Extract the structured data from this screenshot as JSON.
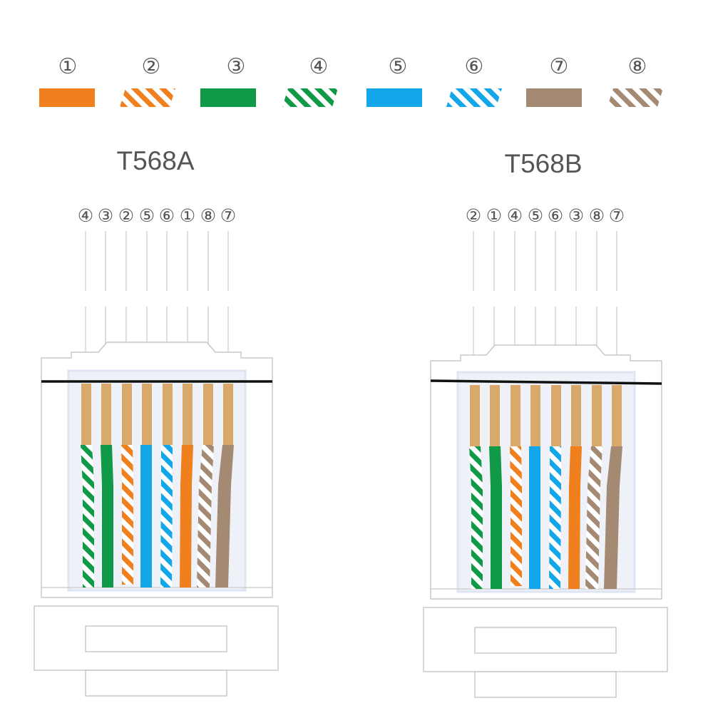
{
  "colors": {
    "orange": "#f07f1e",
    "green": "#109a48",
    "blue": "#13a6e8",
    "brown": "#a48a73",
    "gold": "#d9a96b",
    "outline": "#c8c8c8",
    "frame": "#dde6f2",
    "text": "#555555"
  },
  "legend": [
    {
      "number": "①",
      "color": "orange",
      "striped": false
    },
    {
      "number": "②",
      "color": "orange",
      "striped": true
    },
    {
      "number": "③",
      "color": "green",
      "striped": false
    },
    {
      "number": "④",
      "color": "green",
      "striped": true
    },
    {
      "number": "⑤",
      "color": "blue",
      "striped": false
    },
    {
      "number": "⑥",
      "color": "blue",
      "striped": true
    },
    {
      "number": "⑦",
      "color": "brown",
      "striped": false
    },
    {
      "number": "⑧",
      "color": "brown",
      "striped": true
    }
  ],
  "connectors": [
    {
      "key": "t568a",
      "title": "T568A",
      "order": [
        4,
        3,
        2,
        5,
        6,
        1,
        8,
        7
      ]
    },
    {
      "key": "t568b",
      "title": "T568B",
      "order": [
        2,
        1,
        4,
        5,
        6,
        3,
        8,
        7
      ]
    }
  ]
}
